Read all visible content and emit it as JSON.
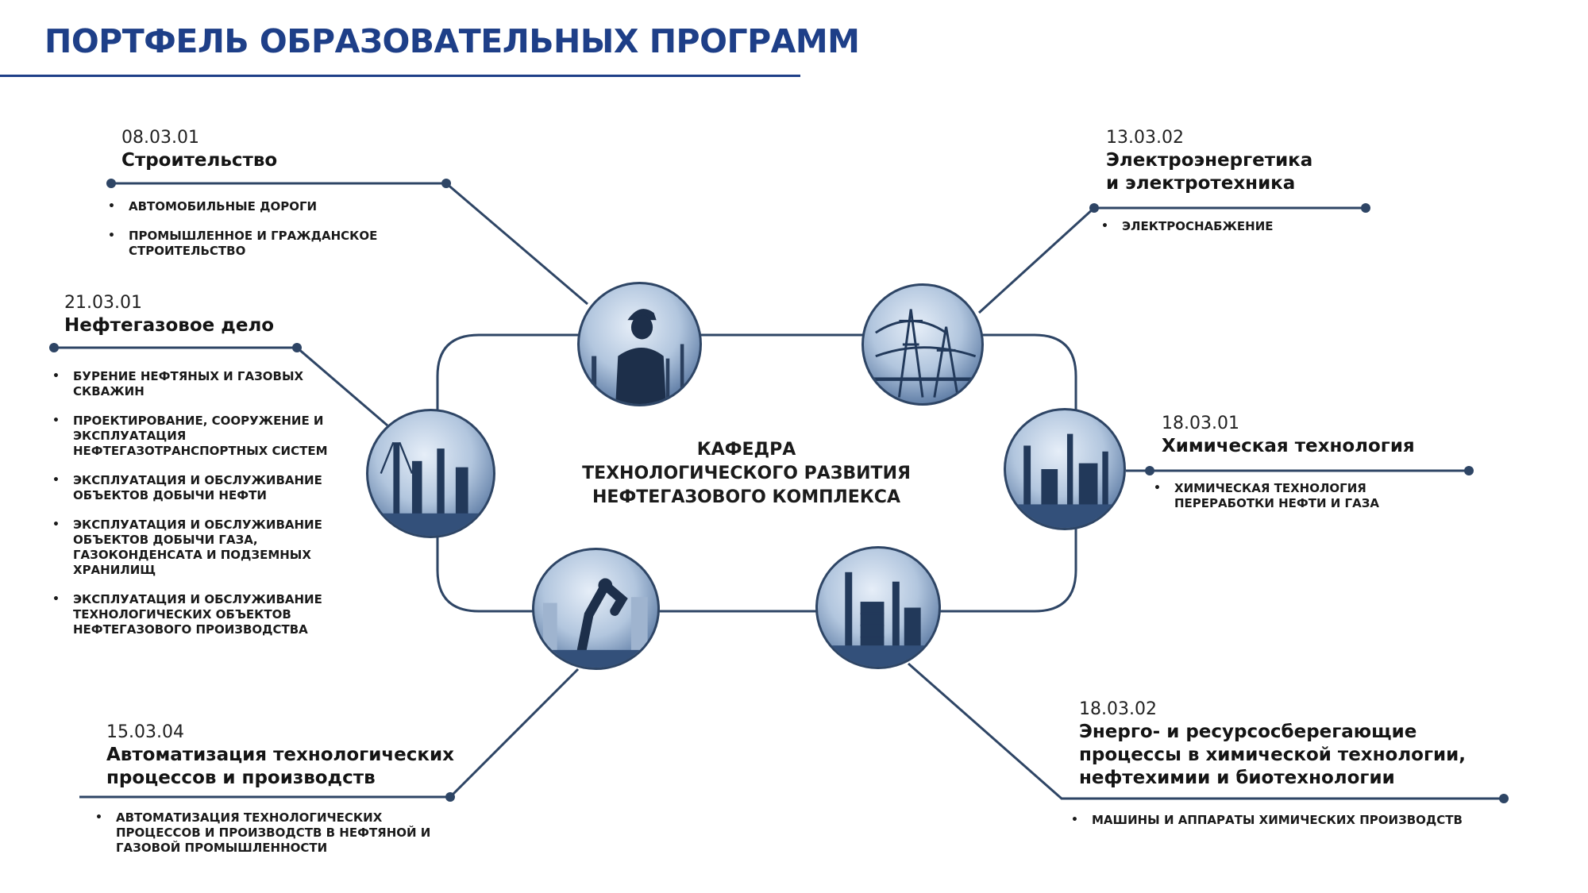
{
  "title": "ПОРТФЕЛЬ ОБРАЗОВАТЕЛЬНЫХ ПРОГРАММ",
  "center": {
    "lines": [
      "КАФЕДРА",
      "ТЕХНОЛОГИЧЕСКОГО РАЗВИТИЯ",
      "НЕФТЕГАЗОВОГО КОМПЛЕКСА"
    ]
  },
  "colors": {
    "title": "#1e3f88",
    "lines": "#2e4565"
  },
  "programs": [
    {
      "id": "p1",
      "code": "08.03.01",
      "name_lines": [
        "Строительство"
      ],
      "items": [
        [
          "АВТОМОБИЛЬНЫЕ ДОРОГИ"
        ],
        [
          "ПРОМЫШЛЕННОЕ И ГРАЖДАНСКОЕ",
          "СТРОИТЕЛЬСТВО"
        ]
      ]
    },
    {
      "id": "p2",
      "code": "13.03.02",
      "name_lines": [
        "Электроэнергетика",
        "и электротехника"
      ],
      "items": [
        [
          "ЭЛЕКТРОСНАБЖЕНИЕ"
        ]
      ]
    },
    {
      "id": "p3",
      "code": "21.03.01",
      "name_lines": [
        "Нефтегазовое дело"
      ],
      "items": [
        [
          "БУРЕНИЕ НЕФТЯНЫХ И ГАЗОВЫХ",
          "СКВАЖИН"
        ],
        [
          "ПРОЕКТИРОВАНИЕ, СООРУЖЕНИЕ И",
          "ЭКСПЛУАТАЦИЯ",
          "НЕФТЕГАЗОТРАНСПОРТНЫХ СИСТЕМ"
        ],
        [
          "ЭКСПЛУАТАЦИЯ И ОБСЛУЖИВАНИЕ",
          "ОБЪЕКТОВ ДОБЫЧИ НЕФТИ"
        ],
        [
          "ЭКСПЛУАТАЦИЯ И ОБСЛУЖИВАНИЕ",
          "ОБЪЕКТОВ ДОБЫЧИ ГАЗА,",
          "ГАЗОКОНДЕНСАТА И ПОДЗЕМНЫХ",
          "ХРАНИЛИЩ"
        ],
        [
          "ЭКСПЛУАТАЦИЯ И ОБСЛУЖИВАНИЕ",
          "ТЕХНОЛОГИЧЕСКИХ ОБЪЕКТОВ",
          "НЕФТЕГАЗОВОГО ПРОИЗВОДСТВА"
        ]
      ]
    },
    {
      "id": "p4",
      "code": "18.03.01",
      "name_lines": [
        "Химическая технология"
      ],
      "items": [
        [
          "ХИМИЧЕСКАЯ ТЕХНОЛОГИЯ",
          "ПЕРЕРАБОТКИ НЕФТИ И ГАЗА"
        ]
      ]
    },
    {
      "id": "p5",
      "code": "15.03.04",
      "name_lines": [
        "Автоматизация технологических",
        "процессов и производств"
      ],
      "items": [
        [
          "АВТОМАТИЗАЦИЯ ТЕХНОЛОГИЧЕСКИХ",
          "ПРОЦЕССОВ И ПРОИЗВОДСТВ  В НЕФТЯНОЙ И",
          "ГАЗОВОЙ ПРОМЫШЛЕННОСТИ"
        ]
      ]
    },
    {
      "id": "p6",
      "code": "18.03.02",
      "name_lines": [
        "Энерго- и ресурсосберегающие",
        "процессы в химической технологии,",
        "нефтехимии и биотехнологии"
      ],
      "items": [
        [
          "МАШИНЫ И АППАРАТЫ ХИМИЧЕСКИХ ПРОИЗВОДСТВ"
        ]
      ]
    }
  ],
  "images": [
    {
      "id": "c1",
      "icon": "construction-worker-icon"
    },
    {
      "id": "c2",
      "icon": "power-lines-icon"
    },
    {
      "id": "c3",
      "icon": "oil-refinery-icon"
    },
    {
      "id": "c4",
      "icon": "chemical-plant-icon"
    },
    {
      "id": "c5",
      "icon": "robot-arm-icon"
    },
    {
      "id": "c6",
      "icon": "petrochemical-plant-icon"
    }
  ]
}
